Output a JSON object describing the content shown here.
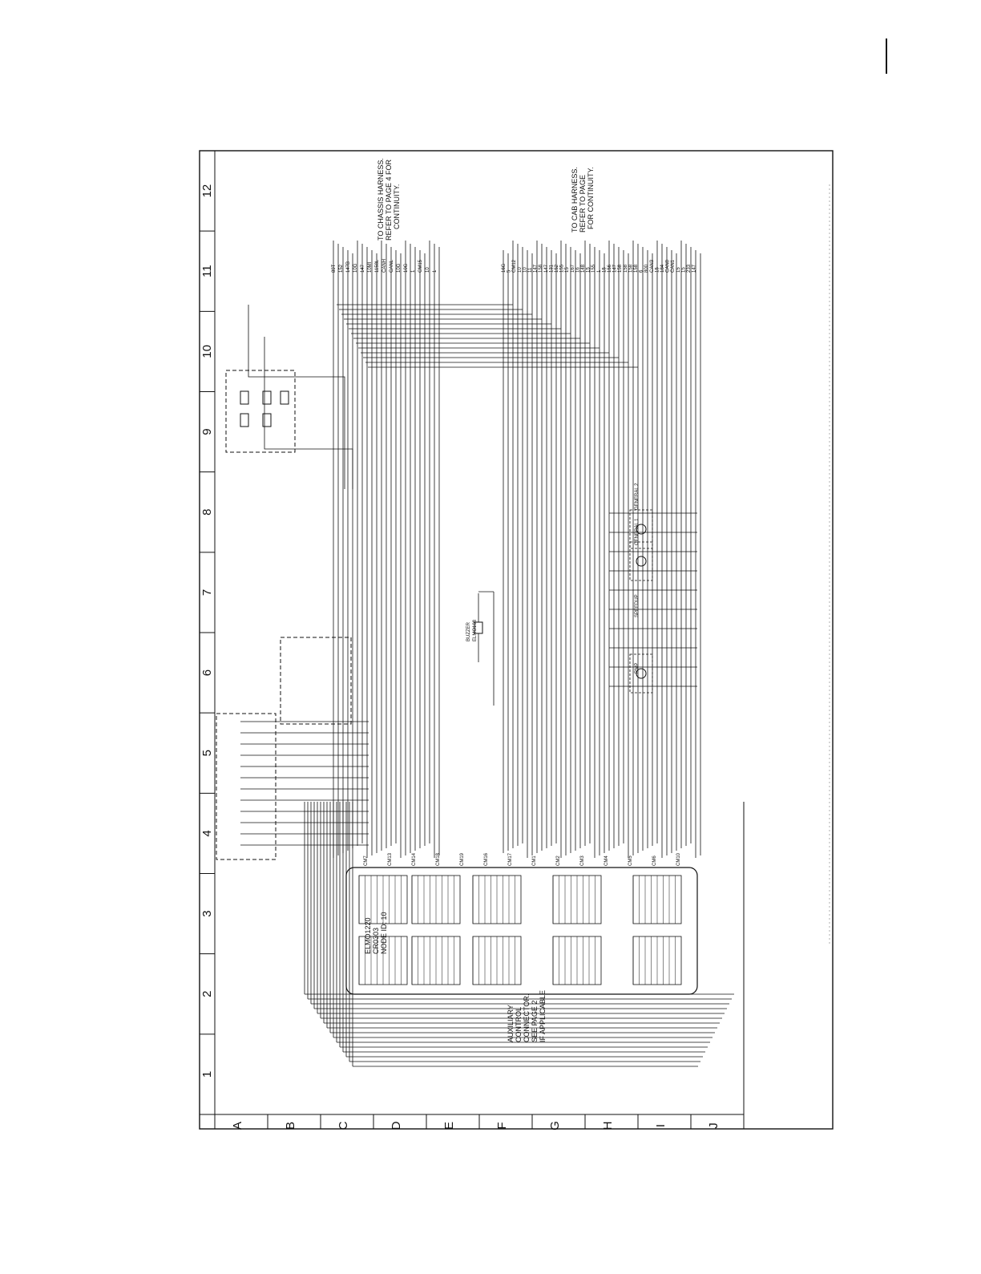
{
  "drawing": {
    "grid_numbers": [
      "1",
      "2",
      "3",
      "4",
      "5",
      "6",
      "7",
      "8",
      "9",
      "10",
      "11",
      "12"
    ],
    "grid_letters": [
      "A",
      "B",
      "C",
      "D",
      "E",
      "F",
      "G",
      "H",
      "I",
      "J"
    ]
  },
  "notes": {
    "chassis_harness_line1": "TO CHASSIS HARNESS.",
    "chassis_harness_line2": "REFER TO PAGE 4 FOR",
    "chassis_harness_line3": "CONTINUITY.",
    "cab_harness_line1": "TO CAB HARNESS.",
    "cab_harness_line2": "REFER TO PAGE",
    "cab_harness_line3": "FOR CONTINUITY.",
    "auxiliary_line1": "AUXILIARY",
    "auxiliary_line2": "CONTROL",
    "auxiliary_line3": "CONNECTOR.",
    "auxiliary_line4": "SEE PAGE 2",
    "auxiliary_line5": "IF APPLICABLE"
  },
  "controller": {
    "name": "ELMO1220",
    "part": "CR0303",
    "node": "NODE ID: 10"
  },
  "components": {
    "buzzer_label": "BUZZER",
    "buzzer_id": "ELMO108",
    "general_1": "GENERAL 1",
    "general_2": "GENERAL 2",
    "speedup": "SPEEDUP",
    "rmp": "RMP"
  },
  "connectors": {
    "chassis_wires": [
      "89T",
      "152",
      "147B",
      "10G",
      "147",
      "10MI",
      "1158L",
      "CANH",
      "CANL",
      "10G",
      "10G",
      "1",
      "CM15",
      "10",
      "1"
    ],
    "cab_wires": [
      "16G",
      "5",
      "CM12",
      "10",
      "10",
      "11",
      "147",
      "158",
      "147",
      "131",
      "152",
      "155",
      "15",
      "167",
      "16",
      "148",
      "15",
      "155",
      "1",
      "15",
      "156",
      "147",
      "158",
      "158",
      "158",
      "158",
      "6",
      "800",
      "CAN3",
      "15",
      "184",
      "CAN0",
      "CAN1",
      "15",
      "15",
      "233",
      "147"
    ],
    "left_connectors": [
      "CM7",
      "CM13",
      "CM14",
      "CM18",
      "CM19",
      "CM16",
      "CM17",
      "CM1",
      "CM2",
      "CM3",
      "CM4",
      "CM5",
      "CM6",
      "CM10"
    ]
  }
}
